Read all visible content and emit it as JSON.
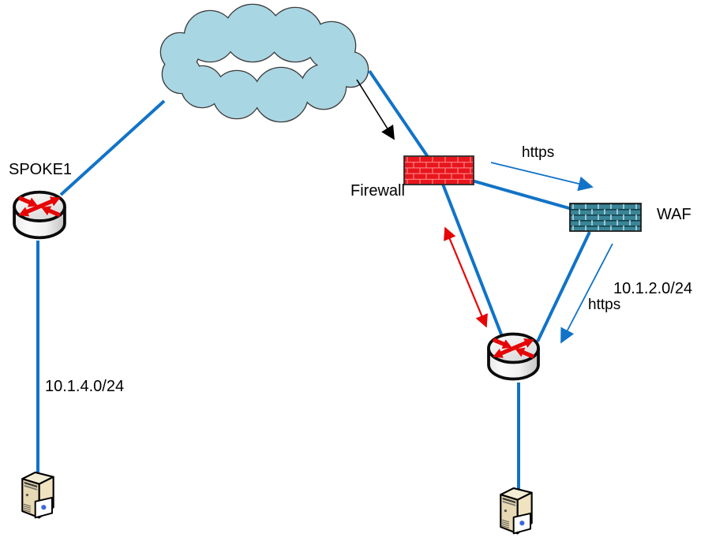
{
  "diagram": {
    "type": "network-topology",
    "labels": {
      "spoke1": "SPOKE1",
      "firewall": "Firewall",
      "waf": "WAF",
      "https_top": "https",
      "https_bottom": "https",
      "subnet_left": "10.1.4.0/24",
      "subnet_right": "10.1.2.0/24"
    },
    "nodes": [
      {
        "id": "internet-cloud",
        "icon": "cloud-icon",
        "label": ""
      },
      {
        "id": "spoke1-router",
        "icon": "router-icon",
        "label": "SPOKE1"
      },
      {
        "id": "firewall",
        "icon": "firewall-brick-icon",
        "label": "Firewall"
      },
      {
        "id": "waf",
        "icon": "waf-brick-icon",
        "label": "WAF"
      },
      {
        "id": "hub-router",
        "icon": "router-icon",
        "label": ""
      },
      {
        "id": "server-left",
        "icon": "server-icon",
        "label": ""
      },
      {
        "id": "server-right",
        "icon": "server-icon",
        "label": ""
      }
    ],
    "edges": [
      {
        "from": "spoke1-router",
        "to": "internet-cloud",
        "style": "solid-blue"
      },
      {
        "from": "spoke1-router",
        "to": "server-left",
        "style": "solid-blue",
        "label": "10.1.4.0/24"
      },
      {
        "from": "internet-cloud",
        "to": "hub-router",
        "via": "firewall",
        "style": "solid-blue"
      },
      {
        "from": "firewall",
        "to": "waf",
        "style": "solid-blue"
      },
      {
        "from": "waf",
        "to": "hub-router",
        "style": "solid-blue",
        "label": "10.1.2.0/24"
      },
      {
        "from": "hub-router",
        "to": "server-right",
        "style": "solid-blue"
      },
      {
        "from": "internet-cloud",
        "to": "firewall",
        "style": "thin-black-arrow"
      },
      {
        "from": "firewall",
        "to": "waf",
        "style": "thin-blue-arrow",
        "label": "https"
      },
      {
        "from": "waf",
        "to": "hub-router",
        "style": "thin-blue-arrow",
        "label": "https"
      },
      {
        "from": "firewall",
        "to": "hub-router",
        "style": "red-double-arrow"
      }
    ],
    "colors": {
      "link_blue": "#1173c7",
      "arrow_red": "#e60505",
      "arrow_black": "#000000",
      "cloud_fill": "#a9d6e3",
      "cloud_stroke": "#3d3d3d",
      "firewall_brick": "#e8151d",
      "firewall_mortar": "#ff8f8f",
      "waf_brick": "#3a8598",
      "waf_mortar_dark": "#0e3c48",
      "waf_mortar_light": "#d8edf0",
      "text": "#000000",
      "background": "#ffffff"
    }
  }
}
